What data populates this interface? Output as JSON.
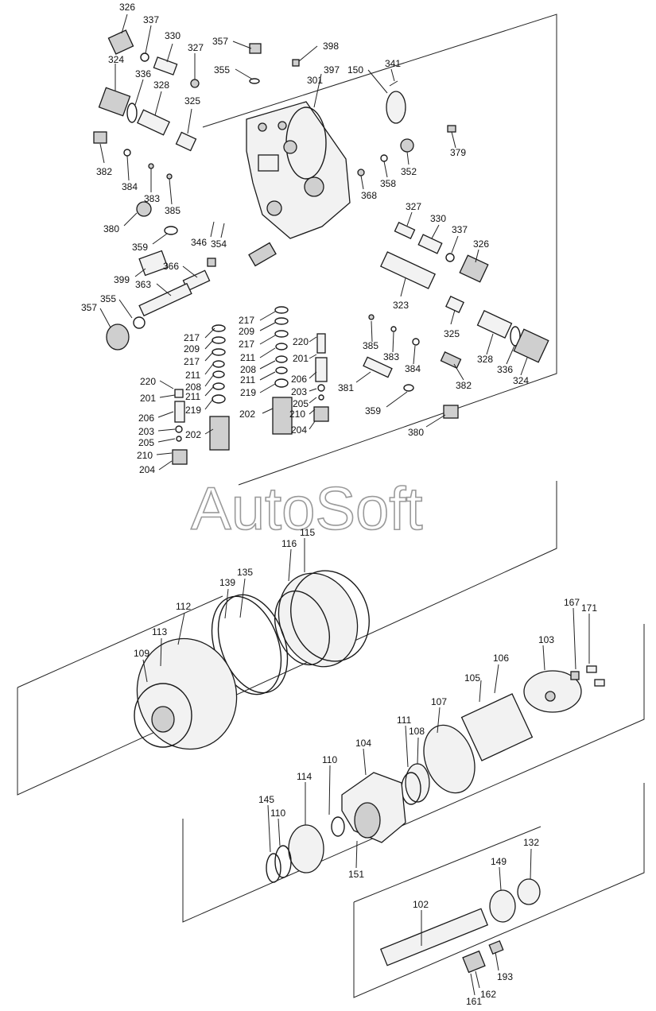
{
  "diagram": {
    "watermark": "AutoSoft",
    "callouts": [
      {
        "id": "c326a",
        "text": "326"
      },
      {
        "id": "c337a",
        "text": "337"
      },
      {
        "id": "c330a",
        "text": "330"
      },
      {
        "id": "c324a",
        "text": "324"
      },
      {
        "id": "c327a",
        "text": "327"
      },
      {
        "id": "c336a",
        "text": "336"
      },
      {
        "id": "c328a",
        "text": "328"
      },
      {
        "id": "c325a",
        "text": "325"
      },
      {
        "id": "c357a",
        "text": "357"
      },
      {
        "id": "c355a",
        "text": "355"
      },
      {
        "id": "c398",
        "text": "398"
      },
      {
        "id": "c397",
        "text": "397"
      },
      {
        "id": "c301",
        "text": "301"
      },
      {
        "id": "c150",
        "text": "150"
      },
      {
        "id": "c341",
        "text": "341"
      },
      {
        "id": "c379",
        "text": "379"
      },
      {
        "id": "c382a",
        "text": "382"
      },
      {
        "id": "c384a",
        "text": "384"
      },
      {
        "id": "c383a",
        "text": "383"
      },
      {
        "id": "c385a",
        "text": "385"
      },
      {
        "id": "c380a",
        "text": "380"
      },
      {
        "id": "c352",
        "text": "352"
      },
      {
        "id": "c358",
        "text": "358"
      },
      {
        "id": "c368",
        "text": "368"
      },
      {
        "id": "c359a",
        "text": "359"
      },
      {
        "id": "c346",
        "text": "346"
      },
      {
        "id": "c354",
        "text": "354"
      },
      {
        "id": "c399",
        "text": "399"
      },
      {
        "id": "c366",
        "text": "366"
      },
      {
        "id": "c363",
        "text": "363"
      },
      {
        "id": "c357b",
        "text": "357"
      },
      {
        "id": "c355b",
        "text": "355"
      },
      {
        "id": "c327b",
        "text": "327"
      },
      {
        "id": "c330b",
        "text": "330"
      },
      {
        "id": "c337b",
        "text": "337"
      },
      {
        "id": "c326b",
        "text": "326"
      },
      {
        "id": "c323",
        "text": "323"
      },
      {
        "id": "c325b",
        "text": "325"
      },
      {
        "id": "c385b",
        "text": "385"
      },
      {
        "id": "c383b",
        "text": "383"
      },
      {
        "id": "c384b",
        "text": "384"
      },
      {
        "id": "c382b",
        "text": "382"
      },
      {
        "id": "c328b",
        "text": "328"
      },
      {
        "id": "c336b",
        "text": "336"
      },
      {
        "id": "c324b",
        "text": "324"
      },
      {
        "id": "c381",
        "text": "381"
      },
      {
        "id": "c359b",
        "text": "359"
      },
      {
        "id": "c380b",
        "text": "380"
      },
      {
        "id": "c217a",
        "text": "217"
      },
      {
        "id": "c209a",
        "text": "209"
      },
      {
        "id": "c217b",
        "text": "217"
      },
      {
        "id": "c211a",
        "text": "211"
      },
      {
        "id": "c208a",
        "text": "208"
      },
      {
        "id": "c211b",
        "text": "211"
      },
      {
        "id": "c219a",
        "text": "219"
      },
      {
        "id": "c220a",
        "text": "220"
      },
      {
        "id": "c201a",
        "text": "201"
      },
      {
        "id": "c206a",
        "text": "206"
      },
      {
        "id": "c203a",
        "text": "203"
      },
      {
        "id": "c205a",
        "text": "205"
      },
      {
        "id": "c210a",
        "text": "210"
      },
      {
        "id": "c204a",
        "text": "204"
      },
      {
        "id": "c202a",
        "text": "202"
      },
      {
        "id": "c217c",
        "text": "217"
      },
      {
        "id": "c209b",
        "text": "209"
      },
      {
        "id": "c217d",
        "text": "217"
      },
      {
        "id": "c211c",
        "text": "211"
      },
      {
        "id": "c208b",
        "text": "208"
      },
      {
        "id": "c211d",
        "text": "211"
      },
      {
        "id": "c219b",
        "text": "219"
      },
      {
        "id": "c220b",
        "text": "220"
      },
      {
        "id": "c201b",
        "text": "201"
      },
      {
        "id": "c206b",
        "text": "206"
      },
      {
        "id": "c203b",
        "text": "203"
      },
      {
        "id": "c205b",
        "text": "205"
      },
      {
        "id": "c210b",
        "text": "210"
      },
      {
        "id": "c204b",
        "text": "204"
      },
      {
        "id": "c202b",
        "text": "202"
      },
      {
        "id": "c115",
        "text": "115"
      },
      {
        "id": "c116",
        "text": "116"
      },
      {
        "id": "c135",
        "text": "135"
      },
      {
        "id": "c139",
        "text": "139"
      },
      {
        "id": "c112",
        "text": "112"
      },
      {
        "id": "c113",
        "text": "113"
      },
      {
        "id": "c109",
        "text": "109"
      },
      {
        "id": "c167",
        "text": "167"
      },
      {
        "id": "c171",
        "text": "171"
      },
      {
        "id": "c103",
        "text": "103"
      },
      {
        "id": "c106",
        "text": "106"
      },
      {
        "id": "c105",
        "text": "105"
      },
      {
        "id": "c107",
        "text": "107"
      },
      {
        "id": "c111",
        "text": "111"
      },
      {
        "id": "c108",
        "text": "108"
      },
      {
        "id": "c104",
        "text": "104"
      },
      {
        "id": "c110a",
        "text": "110"
      },
      {
        "id": "c114",
        "text": "114"
      },
      {
        "id": "c145",
        "text": "145"
      },
      {
        "id": "c110b",
        "text": "110"
      },
      {
        "id": "c151",
        "text": "151"
      },
      {
        "id": "c132",
        "text": "132"
      },
      {
        "id": "c149",
        "text": "149"
      },
      {
        "id": "c102",
        "text": "102"
      },
      {
        "id": "c193",
        "text": "193"
      },
      {
        "id": "c162",
        "text": "162"
      },
      {
        "id": "c161",
        "text": "161"
      }
    ]
  }
}
